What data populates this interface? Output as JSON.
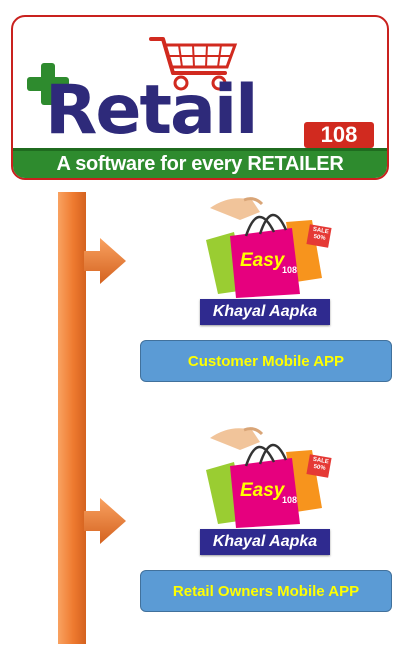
{
  "header": {
    "brand_word": "Retail",
    "brand_number": "108",
    "tagline": "A software for every RETAILER"
  },
  "product": {
    "logo_word": "Easy",
    "logo_number": "108",
    "sale_tag": "SALE 50%",
    "slogan": "Khayal Aapka"
  },
  "apps": [
    {
      "label": "Customer Mobile APP"
    },
    {
      "label": "Retail Owners Mobile APP"
    }
  ],
  "colors": {
    "brand_blue": "#2e2a7a",
    "brand_red": "#d12a1f",
    "brand_green": "#2e8b2e",
    "arrow_orange": "#ee7a2f",
    "button_blue": "#5b9bd5",
    "button_text": "#ffff00"
  }
}
